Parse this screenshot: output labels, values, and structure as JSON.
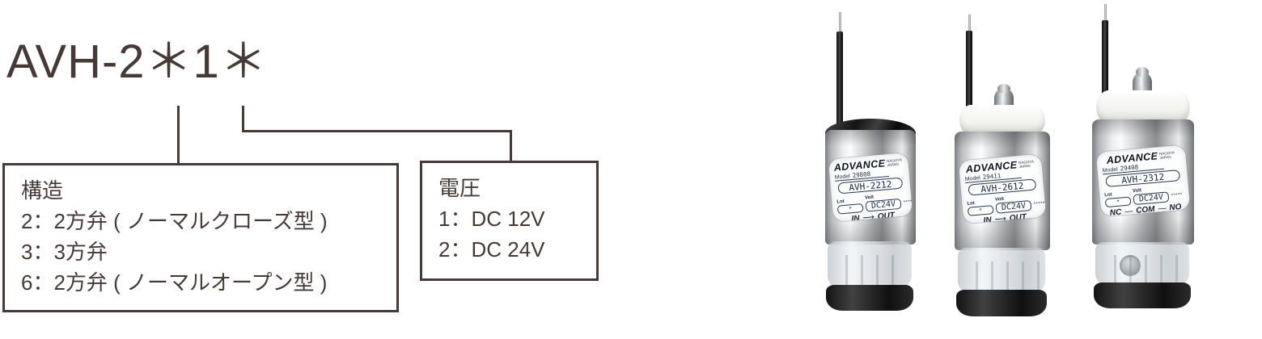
{
  "diagram": {
    "model_code": "AVH-2＊1＊",
    "structure_box": {
      "title": "構造",
      "items": [
        "2：2方弁 ( ノーマルクローズ型 )",
        "3：3方弁",
        "6：2方弁 ( ノーマルオープン型 )"
      ]
    },
    "voltage_box": {
      "title": "電圧",
      "items": [
        "1：DC 12V",
        "2：DC 24V"
      ]
    }
  },
  "products": [
    {
      "brand": "ADVANCE",
      "origin": "NAGOYA JAPAN",
      "model_label": "Model",
      "model_no": "29808",
      "code": "AVH-2212",
      "lot_label": "Lot",
      "lot_value": "*",
      "volt_label": "Volt",
      "volt_value": "DC24V",
      "volt_suffix": "*****",
      "ports": {
        "left": "IN",
        "connector": "⟶",
        "right": "OUT"
      }
    },
    {
      "brand": "ADVANCE",
      "origin": "NAGOYA JAPAN",
      "model_label": "Model",
      "model_no": "29411",
      "code": "AVH-2612",
      "lot_label": "Lot",
      "lot_value": "*",
      "volt_label": "Volt",
      "volt_value": "DC24V",
      "volt_suffix": "*****",
      "ports": {
        "left": "IN",
        "connector": "⟶",
        "right": "OUT"
      }
    },
    {
      "brand": "ADVANCE",
      "origin": "NAGOYA JAPAN",
      "model_label": "Model",
      "model_no": "29408",
      "code": "AVH-2312",
      "lot_label": "Lot",
      "lot_value": "*",
      "volt_label": "Volt",
      "volt_value": "DC24V",
      "volt_suffix": "*****",
      "ports": {
        "left": "NC",
        "connector": "—",
        "mid": "COM",
        "right": "NO"
      }
    }
  ]
}
